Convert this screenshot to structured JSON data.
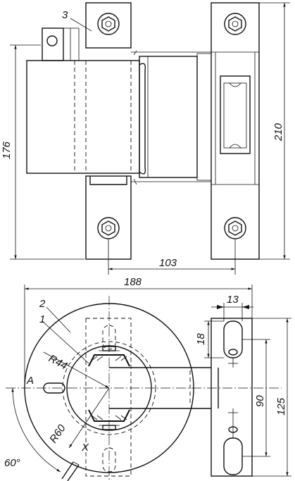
{
  "drawing": {
    "part_callouts": {
      "p1": "1",
      "p2": "2",
      "p3": "3"
    },
    "dimensions": {
      "height_176": "176",
      "height_210": "210",
      "width_103": "103",
      "width_188": "188",
      "dim_13": "13",
      "dim_18": "18",
      "dim_90": "90",
      "dim_125": "125",
      "radius_44": "R44",
      "radius_60": "R60",
      "angle_60": "60°"
    },
    "section_labels": {
      "point_a": "A",
      "point_x": "X"
    }
  }
}
